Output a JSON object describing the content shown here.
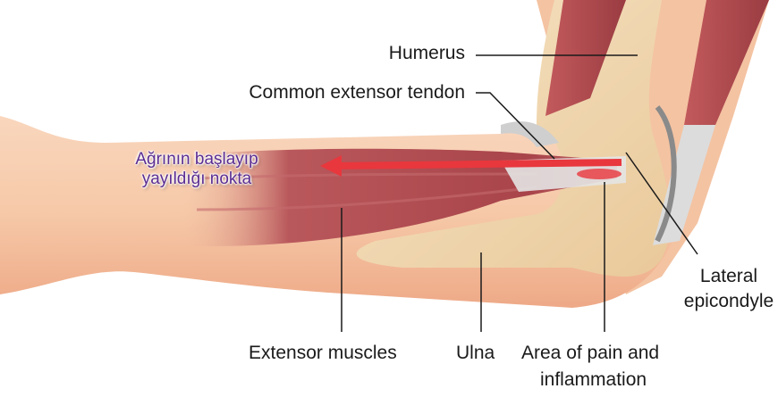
{
  "diagram": {
    "type": "anatomical illustration",
    "subject": "Elbow / forearm - lateral epicondylitis (tennis elbow)",
    "labels": {
      "humerus": "Humerus",
      "common_extensor_tendon": "Common extensor tendon",
      "lateral_epicondyle_line1": "Lateral",
      "lateral_epicondyle_line2": "epicondyle",
      "extensor_muscles": "Extensor muscles",
      "ulna": "Ulna",
      "pain_area_line1": "Area of pain and",
      "pain_area_line2": "inflammation"
    },
    "annotation": {
      "line1": "Ağrının başlayıp",
      "line2": "yayıldığı nokta",
      "color": "#5b2c91"
    },
    "colors": {
      "skin": "#f6c9a8",
      "bone": "#f1d7ae",
      "muscle": "#a8444a",
      "tendon": "#dcdcdc",
      "arrow": "#e8373d",
      "leader_lines": "#1a1a1a"
    }
  }
}
